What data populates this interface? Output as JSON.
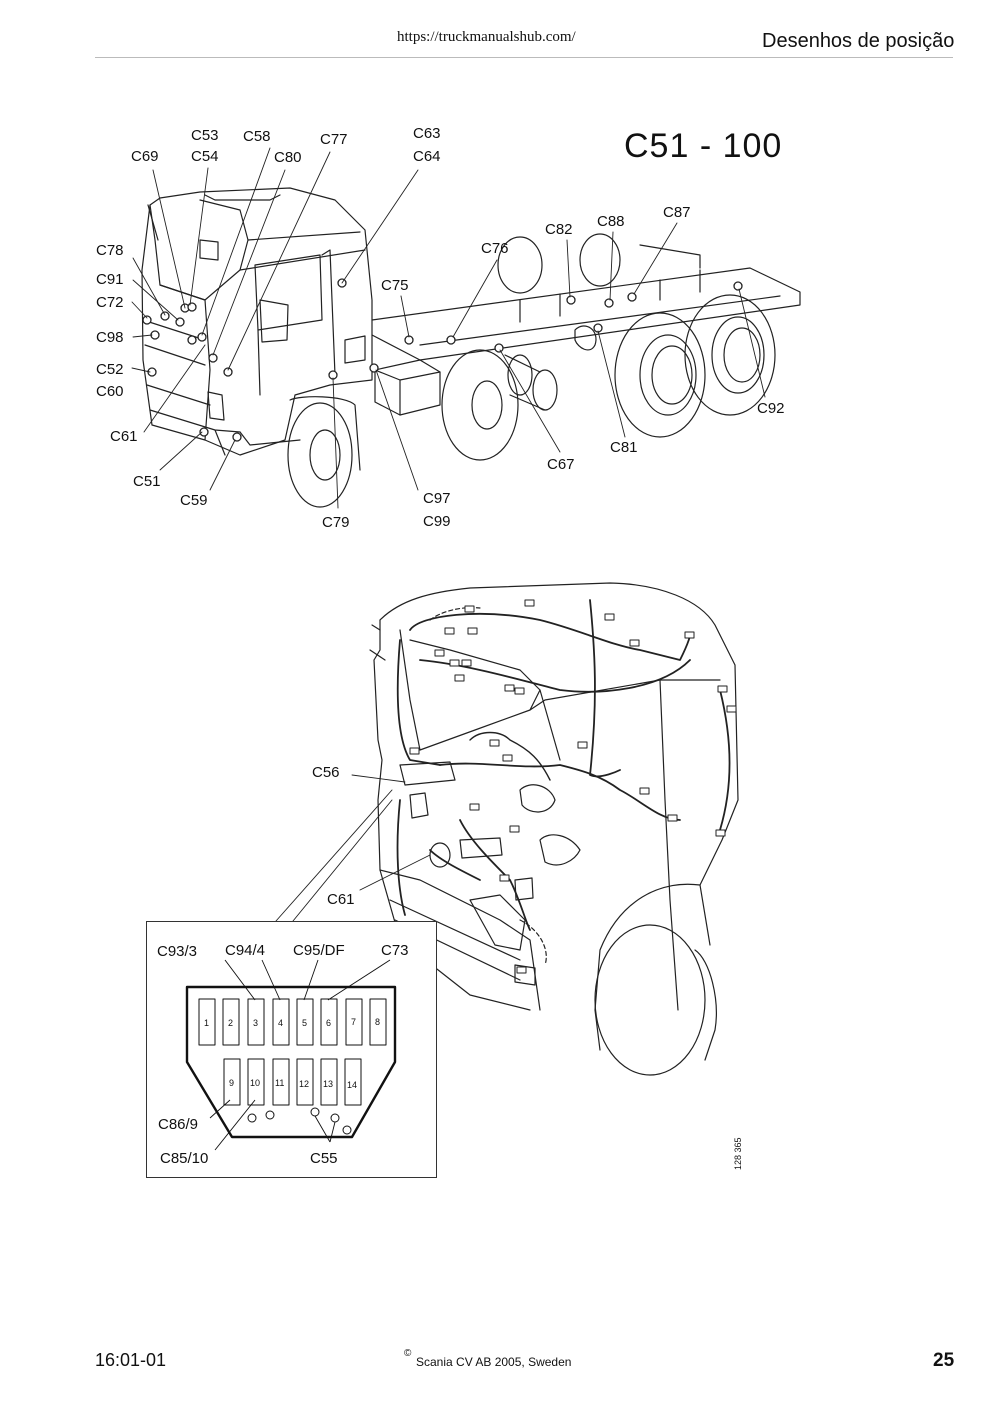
{
  "header": {
    "url": "https://truckmanualshub.com/",
    "section_title": "Desenhos de posição"
  },
  "title": "C51 - 100",
  "figure1": {
    "labels": {
      "c69": "C69",
      "c53": "C53",
      "c54": "C54",
      "c58": "C58",
      "c80": "C80",
      "c77": "C77",
      "c63": "C63",
      "c64": "C64",
      "c78": "C78",
      "c91": "C91",
      "c72": "C72",
      "c98": "C98",
      "c52": "C52",
      "c60": "C60",
      "c61": "C61",
      "c51": "C51",
      "c59": "C59",
      "c79": "C79",
      "c97": "C97",
      "c99": "C99",
      "c75": "C75",
      "c76": "C76",
      "c82": "C82",
      "c88": "C88",
      "c87": "C87",
      "c92": "C92",
      "c81": "C81",
      "c67": "C67"
    }
  },
  "figure2": {
    "labels": {
      "c56": "C56",
      "c61": "C61",
      "c93_3": "C93/3",
      "c94_4": "C94/4",
      "c95_df": "C95/DF",
      "c73": "C73",
      "c86_9": "C86/9",
      "c85_10": "C85/10",
      "c55": "C55"
    },
    "fuse_top": [
      "1",
      "2",
      "3",
      "4",
      "5",
      "6",
      "7",
      "8"
    ],
    "fuse_bottom": [
      "9",
      "10",
      "11",
      "12",
      "13",
      "14"
    ],
    "ref_number": "128 365"
  },
  "footer": {
    "code": "16:01-01",
    "copyright_symbol": "©",
    "copyright": "Scania CV AB 2005, Sweden",
    "page_number": "25"
  }
}
